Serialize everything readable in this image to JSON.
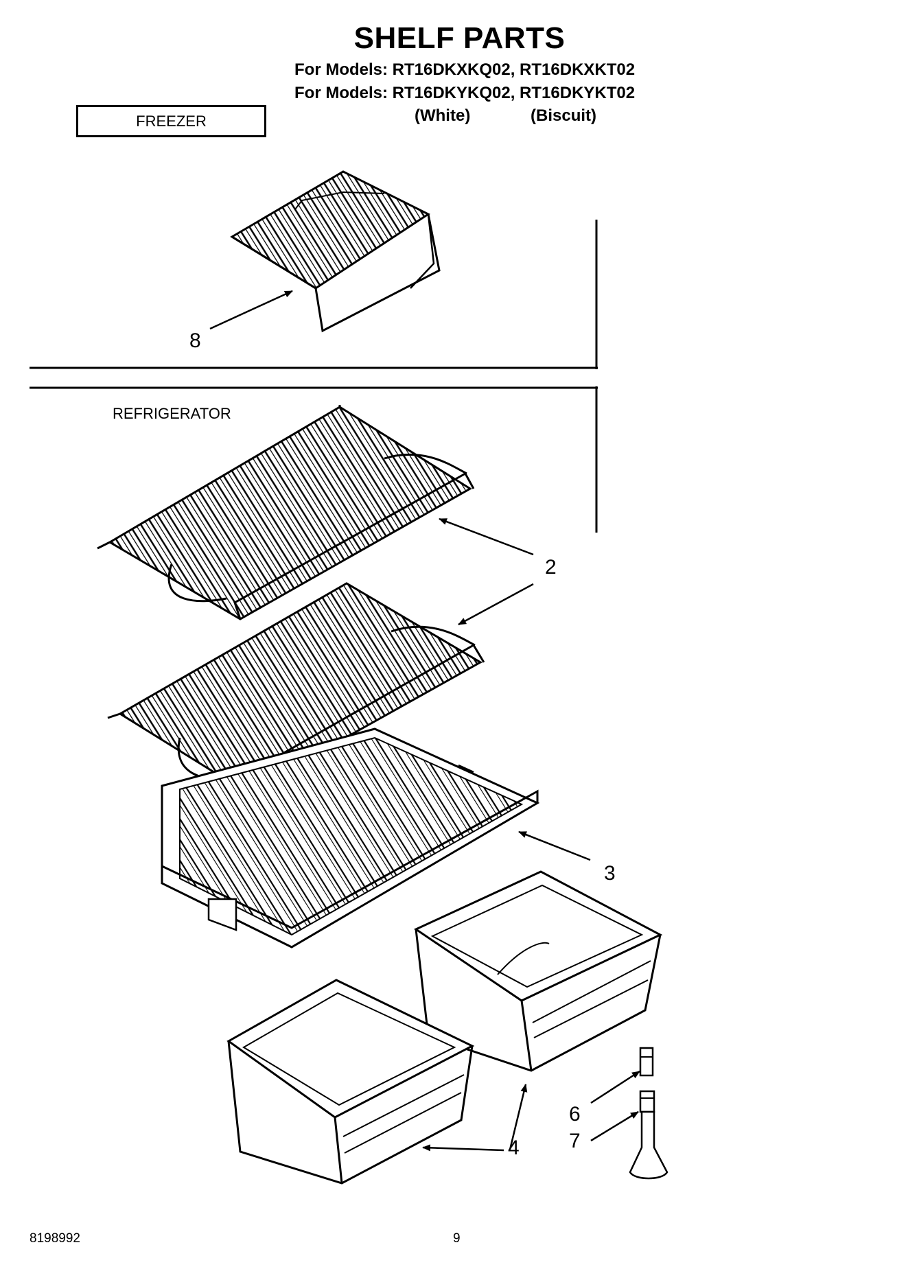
{
  "title": "SHELF PARTS",
  "models": [
    "For Models: RT16DKXKQ02, RT16DKXKT02",
    "For Models: RT16DKYKQ02, RT16DKYKT02"
  ],
  "colors": {
    "white": "(White)",
    "biscuit": "(Biscuit)"
  },
  "sections": {
    "freezer": "FREEZER",
    "refrigerator": "REFRIGERATOR"
  },
  "callouts": {
    "shelf_freezer": "8",
    "shelf_wire": "2",
    "shelf_glass": "3",
    "crisper": "4",
    "cap": "6",
    "knob": "7"
  },
  "footer": {
    "doc_number": "8198992",
    "page": "9"
  }
}
